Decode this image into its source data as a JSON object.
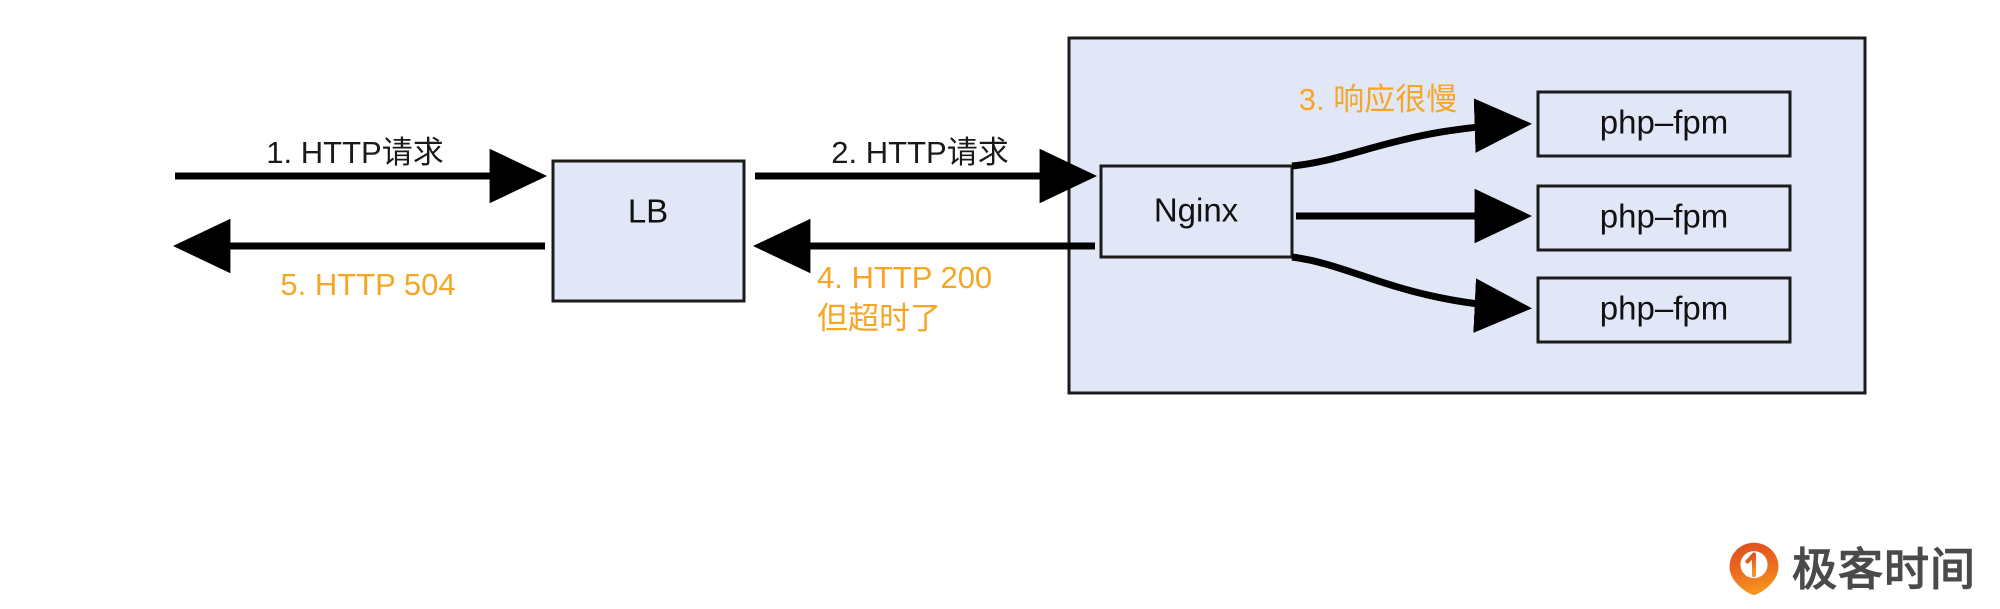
{
  "diagram": {
    "title": "HTTP 504 timeout flow",
    "colors": {
      "node_fill": "#e2e7f7",
      "node_stroke": "#1b1b1b",
      "line": "#000000",
      "accent": "#f5a623",
      "text": "#1a1a1a",
      "brand_orange": "#e8541e",
      "brand_text": "#4a4a4a"
    },
    "nodes": [
      {
        "id": "lb",
        "label": "LB"
      },
      {
        "id": "nginx",
        "label": "Nginx"
      },
      {
        "id": "fpm1",
        "label": "php–fpm"
      },
      {
        "id": "fpm2",
        "label": "php–fpm"
      },
      {
        "id": "fpm3",
        "label": "php–fpm"
      }
    ],
    "edges": [
      {
        "id": "e1",
        "label": "1. HTTP请求",
        "style": "dark",
        "from": "client",
        "to": "lb"
      },
      {
        "id": "e2",
        "label": "2. HTTP请求",
        "style": "dark",
        "from": "lb",
        "to": "nginx"
      },
      {
        "id": "e3",
        "label": "3. 响应很慢",
        "style": "accent",
        "from": "nginx",
        "to": "fpm1"
      },
      {
        "id": "e4",
        "label_line1": "4. HTTP 200",
        "label_line2": "但超时了",
        "style": "accent",
        "from": "nginx",
        "to": "lb"
      },
      {
        "id": "e5",
        "label": "5. HTTP 504",
        "style": "accent",
        "from": "lb",
        "to": "client"
      }
    ]
  },
  "brand": {
    "name": "极客时间",
    "mark": "geektime-pin-icon"
  }
}
